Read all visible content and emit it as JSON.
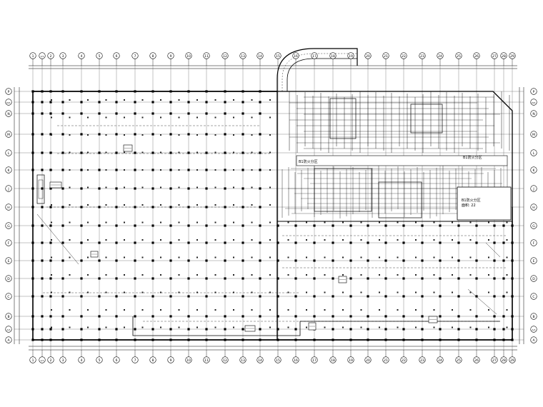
{
  "grid": {
    "columns": [
      "1",
      "1/1",
      "2",
      "3",
      "4",
      "5",
      "6",
      "7",
      "8",
      "9",
      "10",
      "11",
      "12",
      "13",
      "14",
      "15",
      "16",
      "17",
      "18",
      "19",
      "20",
      "21",
      "22",
      "23",
      "24",
      "25",
      "26",
      "27",
      "28",
      "29"
    ],
    "rows": [
      "P",
      "N/1",
      "N",
      "M",
      "L",
      "K",
      "J",
      "H",
      "G",
      "F",
      "E",
      "D",
      "C",
      "B",
      "A/1",
      "A"
    ]
  },
  "zones": {
    "fire_zone_1": "B1防火分区",
    "fire_zone_2": "B1防火分区",
    "fire_zone_3": "B1防火分区",
    "fire_zone_area": "面积: 22"
  }
}
